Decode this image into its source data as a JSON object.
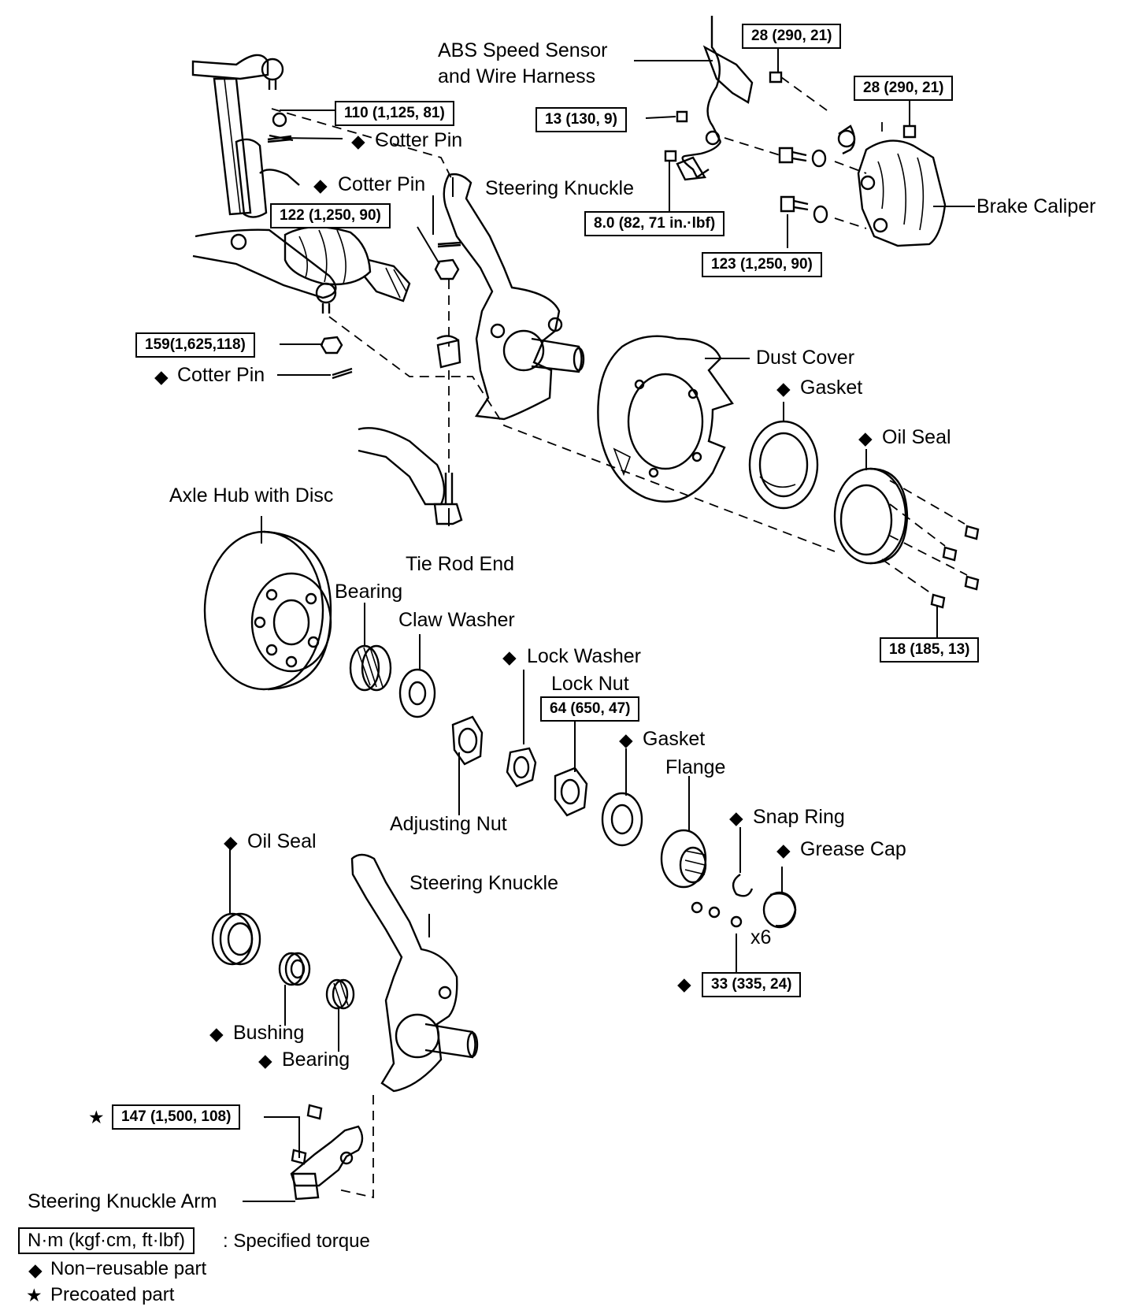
{
  "labels": {
    "abs_sensor_1": "ABS Speed Sensor",
    "abs_sensor_2": "and Wire Harness",
    "cotter_pin_top": "Cotter Pin",
    "cotter_pin_mid": "Cotter Pin",
    "cotter_pin_low": "Cotter Pin",
    "steering_knuckle_top": "Steering Knuckle",
    "brake_caliper": "Brake Caliper",
    "dust_cover": "Dust Cover",
    "gasket_top": "Gasket",
    "oil_seal_top": "Oil Seal",
    "axle_hub": "Axle Hub with Disc",
    "tie_rod_end": "Tie Rod End",
    "bearing_top": "Bearing",
    "claw_washer": "Claw Washer",
    "lock_washer": "Lock Washer",
    "lock_nut": "Lock Nut",
    "gasket_mid": "Gasket",
    "flange": "Flange",
    "adjusting_nut": "Adjusting Nut",
    "snap_ring": "Snap Ring",
    "grease_cap": "Grease Cap",
    "oil_seal_low": "Oil Seal",
    "steering_knuckle_low": "Steering Knuckle",
    "x6": "x6",
    "bushing": "Bushing",
    "bearing_low": "Bearing",
    "steering_knuckle_arm": "Steering Knuckle Arm"
  },
  "torques": {
    "abs_bracket": "28 (290, 21)",
    "caliper_upper": "28 (290, 21)",
    "ball_joint_upper": "110 (1,125, 81)",
    "abs_clamp": "13 (130, 9)",
    "tie_rod_nut": "122 (1,250, 90)",
    "abs_sensor": "8.0 (82, 71 in.·lbf)",
    "caliper_lower": "123 (1,250, 90)",
    "ball_joint_lower": "159(1,625,118)",
    "dust_cover_bolts": "18 (185, 13)",
    "lock_nut": "64 (650, 47)",
    "flange_nuts": "33 (335, 24)",
    "knuckle_arm": "147 (1,500, 108)"
  },
  "symbols": {
    "non_reusable": "◆",
    "precoated": "★"
  },
  "legend": {
    "torque_unit": "N·m (kgf·cm, ft·lbf)",
    "torque_text": ": Specified torque",
    "non_reusable_text": "Non−reusable part",
    "precoated_text": "Precoated part"
  }
}
